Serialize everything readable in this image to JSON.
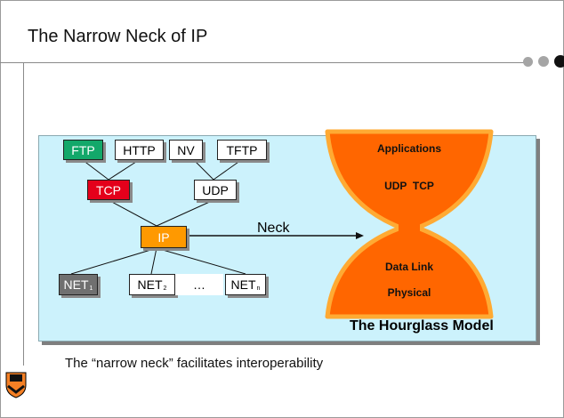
{
  "slide": {
    "title": "The Narrow Neck of IP",
    "caption": "The “narrow neck” facilitates interoperability"
  },
  "diagram": {
    "app_protocols": {
      "ftp": "FTP",
      "http": "HTTP",
      "nv": "NV",
      "tftp": "TFTP"
    },
    "transport": {
      "tcp": "TCP",
      "udp": "UDP"
    },
    "network": {
      "ip": "IP"
    },
    "links": {
      "net1": "NET",
      "net1_sub": "1",
      "net2": "NET",
      "net2_sub": "2",
      "ellipsis": "…",
      "netn": "NET",
      "netn_sub": "n"
    },
    "neck_label": "Neck",
    "hourglass": {
      "applications": "Applications",
      "transport": "UDP  TCP",
      "data_link": "Data Link",
      "physical": "Physical",
      "caption": "The Hourglass Model"
    }
  },
  "colors": {
    "panel_bg": "#ccf2fc",
    "ftp": "#13a86a",
    "tcp": "#e4001b",
    "ip": "#ff9900",
    "hourglass_fill": "#ff6600",
    "hourglass_rim": "#ffaa33",
    "net1": "#707070"
  },
  "icons": {
    "logo": "princeton-shield-icon"
  }
}
